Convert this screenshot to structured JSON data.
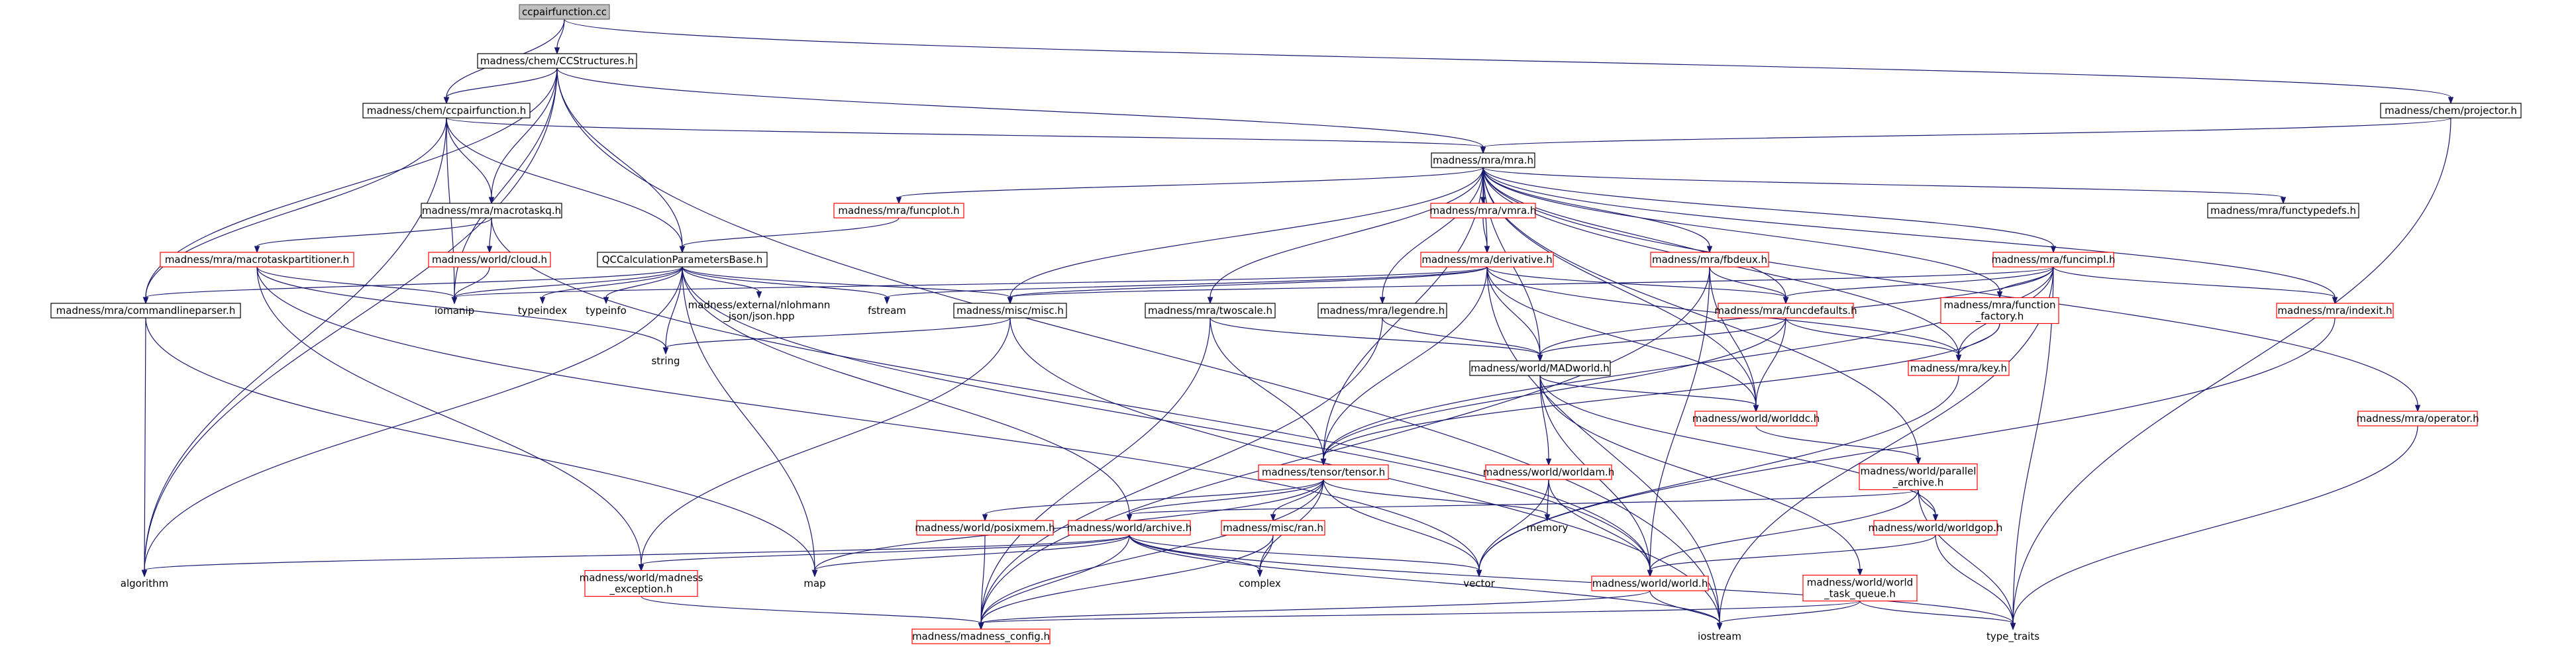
{
  "diagram": {
    "colors": {
      "edge": "#191970",
      "root_fill": "#bfbfbf",
      "normal_border": "#000000",
      "red_border": "#ff0000",
      "text": "#000000"
    },
    "nodes": {
      "ccpairfunction_cc": {
        "lines": [
          "ccpairfunction.cc"
        ],
        "style": "root"
      },
      "ccstructures_h": {
        "lines": [
          "madness/chem/CCStructures.h"
        ],
        "style": "normal"
      },
      "ccpairfunction_h": {
        "lines": [
          "madness/chem/ccpairfunction.h"
        ],
        "style": "normal"
      },
      "projector_h": {
        "lines": [
          "madness/chem/projector.h"
        ],
        "style": "normal"
      },
      "mra_h": {
        "lines": [
          "madness/mra/mra.h"
        ],
        "style": "normal"
      },
      "funcplot_h": {
        "lines": [
          "madness/mra/funcplot.h"
        ],
        "style": "red"
      },
      "vmra_h": {
        "lines": [
          "madness/mra/vmra.h"
        ],
        "style": "red"
      },
      "macrotaskq_h": {
        "lines": [
          "madness/mra/macrotaskq.h"
        ],
        "style": "normal"
      },
      "functypedefs_h": {
        "lines": [
          "madness/mra/functypedefs.h"
        ],
        "style": "normal"
      },
      "macrotaskpartitioner_h": {
        "lines": [
          "madness/mra/macrotaskpartitioner.h"
        ],
        "style": "red"
      },
      "cloud_h": {
        "lines": [
          "madness/world/cloud.h"
        ],
        "style": "red"
      },
      "qccalc_h": {
        "lines": [
          "QCCalculationParametersBase.h"
        ],
        "style": "normal"
      },
      "derivative_h": {
        "lines": [
          "madness/mra/derivative.h"
        ],
        "style": "red"
      },
      "fbdeux_h": {
        "lines": [
          "madness/mra/fbdeux.h"
        ],
        "style": "red"
      },
      "funcimpl_h": {
        "lines": [
          "madness/mra/funcimpl.h"
        ],
        "style": "red"
      },
      "commandlineparser_h": {
        "lines": [
          "madness/mra/commandlineparser.h"
        ],
        "style": "normal"
      },
      "iomanip": {
        "lines": [
          "iomanip"
        ],
        "style": "grey"
      },
      "typeindex": {
        "lines": [
          "typeindex"
        ],
        "style": "grey"
      },
      "typeinfo": {
        "lines": [
          "typeinfo"
        ],
        "style": "grey"
      },
      "nlohmann_json": {
        "lines": [
          "madness/external/nlohmann",
          "_json/json.hpp"
        ],
        "style": "grey"
      },
      "fstream": {
        "lines": [
          "fstream"
        ],
        "style": "grey"
      },
      "misc_h": {
        "lines": [
          "madness/misc/misc.h"
        ],
        "style": "normal"
      },
      "twoscale_h": {
        "lines": [
          "madness/mra/twoscale.h"
        ],
        "style": "normal"
      },
      "legendre_h": {
        "lines": [
          "madness/mra/legendre.h"
        ],
        "style": "normal"
      },
      "funcdefaults_h": {
        "lines": [
          "madness/mra/funcdefaults.h"
        ],
        "style": "red"
      },
      "function_factory_h": {
        "lines": [
          "madness/mra/function",
          "_factory.h"
        ],
        "style": "red"
      },
      "indexit_h": {
        "lines": [
          "madness/mra/indexit.h"
        ],
        "style": "red"
      },
      "string": {
        "lines": [
          "string"
        ],
        "style": "grey"
      },
      "madworld_h": {
        "lines": [
          "madness/world/MADworld.h"
        ],
        "style": "normal"
      },
      "key_h": {
        "lines": [
          "madness/mra/key.h"
        ],
        "style": "red"
      },
      "worlddc_h": {
        "lines": [
          "madness/world/worlddc.h"
        ],
        "style": "red"
      },
      "operator_h": {
        "lines": [
          "madness/mra/operator.h"
        ],
        "style": "red"
      },
      "worldam_h": {
        "lines": [
          "madness/world/worldam.h"
        ],
        "style": "red"
      },
      "tensor_h": {
        "lines": [
          "madness/tensor/tensor.h"
        ],
        "style": "red"
      },
      "parallel_archive_h": {
        "lines": [
          "madness/world/parallel",
          "_archive.h"
        ],
        "style": "red"
      },
      "memory": {
        "lines": [
          "memory"
        ],
        "style": "grey"
      },
      "posixmem_h": {
        "lines": [
          "madness/world/posixmem.h"
        ],
        "style": "red"
      },
      "archive_h": {
        "lines": [
          "madness/world/archive.h"
        ],
        "style": "red"
      },
      "ran_h": {
        "lines": [
          "madness/misc/ran.h"
        ],
        "style": "red"
      },
      "worldgop_h": {
        "lines": [
          "madness/world/worldgop.h"
        ],
        "style": "red"
      },
      "algorithm": {
        "lines": [
          "algorithm"
        ],
        "style": "grey"
      },
      "madness_exception_h": {
        "lines": [
          "madness/world/madness",
          "_exception.h"
        ],
        "style": "red"
      },
      "map": {
        "lines": [
          "map"
        ],
        "style": "grey"
      },
      "complex": {
        "lines": [
          "complex"
        ],
        "style": "grey"
      },
      "vector": {
        "lines": [
          "vector"
        ],
        "style": "grey"
      },
      "world_h": {
        "lines": [
          "madness/world/world.h"
        ],
        "style": "red"
      },
      "world_task_queue_h": {
        "lines": [
          "madness/world/world",
          "_task_queue.h"
        ],
        "style": "red"
      },
      "madness_config_h": {
        "lines": [
          "madness/madness_config.h"
        ],
        "style": "red"
      },
      "iostream": {
        "lines": [
          "iostream"
        ],
        "style": "grey"
      },
      "type_traits": {
        "lines": [
          "type_traits"
        ],
        "style": "grey"
      }
    },
    "edges": [
      [
        "ccpairfunction_cc",
        "ccstructures_h"
      ],
      [
        "ccpairfunction_cc",
        "ccpairfunction_h"
      ],
      [
        "ccpairfunction_cc",
        "projector_h"
      ],
      [
        "ccstructures_h",
        "ccpairfunction_h"
      ],
      [
        "ccstructures_h",
        "mra_h"
      ],
      [
        "ccstructures_h",
        "macrotaskq_h"
      ],
      [
        "ccstructures_h",
        "qccalc_h"
      ],
      [
        "ccstructures_h",
        "commandlineparser_h"
      ],
      [
        "ccstructures_h",
        "iomanip"
      ],
      [
        "ccstructures_h",
        "algorithm"
      ],
      [
        "ccstructures_h",
        "iostream"
      ],
      [
        "ccpairfunction_h",
        "mra_h"
      ],
      [
        "ccpairfunction_h",
        "macrotaskq_h"
      ],
      [
        "ccpairfunction_h",
        "qccalc_h"
      ],
      [
        "ccpairfunction_h",
        "commandlineparser_h"
      ],
      [
        "ccpairfunction_h",
        "iomanip"
      ],
      [
        "ccpairfunction_h",
        "algorithm"
      ],
      [
        "projector_h",
        "mra_h"
      ],
      [
        "projector_h",
        "type_traits"
      ],
      [
        "mra_h",
        "funcplot_h"
      ],
      [
        "mra_h",
        "vmra_h"
      ],
      [
        "mra_h",
        "functypedefs_h"
      ],
      [
        "mra_h",
        "derivative_h"
      ],
      [
        "mra_h",
        "fbdeux_h"
      ],
      [
        "mra_h",
        "funcimpl_h"
      ],
      [
        "mra_h",
        "misc_h"
      ],
      [
        "mra_h",
        "twoscale_h"
      ],
      [
        "mra_h",
        "legendre_h"
      ],
      [
        "mra_h",
        "funcdefaults_h"
      ],
      [
        "mra_h",
        "function_factory_h"
      ],
      [
        "mra_h",
        "indexit_h"
      ],
      [
        "mra_h",
        "madworld_h"
      ],
      [
        "mra_h",
        "key_h"
      ],
      [
        "mra_h",
        "worlddc_h"
      ],
      [
        "mra_h",
        "operator_h"
      ],
      [
        "mra_h",
        "tensor_h"
      ],
      [
        "mra_h",
        "parallel_archive_h"
      ],
      [
        "funcplot_h",
        "qccalc_h"
      ],
      [
        "vmra_h",
        "derivative_h"
      ],
      [
        "macrotaskq_h",
        "macrotaskpartitioner_h"
      ],
      [
        "macrotaskq_h",
        "cloud_h"
      ],
      [
        "macrotaskq_h",
        "world_h"
      ],
      [
        "macrotaskpartitioner_h",
        "iomanip"
      ],
      [
        "macrotaskpartitioner_h",
        "string"
      ],
      [
        "macrotaskpartitioner_h",
        "madness_exception_h"
      ],
      [
        "macrotaskpartitioner_h",
        "vector"
      ],
      [
        "cloud_h",
        "iomanip"
      ],
      [
        "qccalc_h",
        "commandlineparser_h"
      ],
      [
        "qccalc_h",
        "iomanip"
      ],
      [
        "qccalc_h",
        "typeindex"
      ],
      [
        "qccalc_h",
        "typeinfo"
      ],
      [
        "qccalc_h",
        "nlohmann_json"
      ],
      [
        "qccalc_h",
        "fstream"
      ],
      [
        "qccalc_h",
        "misc_h"
      ],
      [
        "qccalc_h",
        "string"
      ],
      [
        "qccalc_h",
        "algorithm"
      ],
      [
        "qccalc_h",
        "map"
      ],
      [
        "qccalc_h",
        "archive_h"
      ],
      [
        "qccalc_h",
        "world_h"
      ],
      [
        "derivative_h",
        "iomanip"
      ],
      [
        "derivative_h",
        "fstream"
      ],
      [
        "derivative_h",
        "misc_h"
      ],
      [
        "derivative_h",
        "funcdefaults_h"
      ],
      [
        "derivative_h",
        "madworld_h"
      ],
      [
        "derivative_h",
        "key_h"
      ],
      [
        "derivative_h",
        "worlddc_h"
      ],
      [
        "derivative_h",
        "tensor_h"
      ],
      [
        "derivative_h",
        "iostream"
      ],
      [
        "fbdeux_h",
        "funcdefaults_h"
      ],
      [
        "fbdeux_h",
        "worlddc_h"
      ],
      [
        "fbdeux_h",
        "madness_config_h"
      ],
      [
        "fbdeux_h",
        "world_h"
      ],
      [
        "funcimpl_h",
        "misc_h"
      ],
      [
        "funcimpl_h",
        "funcdefaults_h"
      ],
      [
        "funcimpl_h",
        "function_factory_h"
      ],
      [
        "funcimpl_h",
        "indexit_h"
      ],
      [
        "funcimpl_h",
        "key_h"
      ],
      [
        "funcimpl_h",
        "madworld_h"
      ],
      [
        "funcimpl_h",
        "tensor_h"
      ],
      [
        "funcimpl_h",
        "iostream"
      ],
      [
        "funcimpl_h",
        "type_traits"
      ],
      [
        "commandlineparser_h",
        "algorithm"
      ],
      [
        "commandlineparser_h",
        "map"
      ],
      [
        "misc_h",
        "string"
      ],
      [
        "misc_h",
        "madness_exception_h"
      ],
      [
        "misc_h",
        "iostream"
      ],
      [
        "twoscale_h",
        "madworld_h"
      ],
      [
        "twoscale_h",
        "tensor_h"
      ],
      [
        "twoscale_h",
        "madness_config_h"
      ],
      [
        "legendre_h",
        "madworld_h"
      ],
      [
        "legendre_h",
        "madness_config_h"
      ],
      [
        "funcdefaults_h",
        "madworld_h"
      ],
      [
        "funcdefaults_h",
        "key_h"
      ],
      [
        "funcdefaults_h",
        "worlddc_h"
      ],
      [
        "funcdefaults_h",
        "tensor_h"
      ],
      [
        "function_factory_h",
        "key_h"
      ],
      [
        "function_factory_h",
        "tensor_h"
      ],
      [
        "indexit_h",
        "vector"
      ],
      [
        "madworld_h",
        "worldam_h"
      ],
      [
        "madworld_h",
        "worlddc_h"
      ],
      [
        "madworld_h",
        "world_h"
      ],
      [
        "madworld_h",
        "worldgop_h"
      ],
      [
        "madworld_h",
        "world_task_queue_h"
      ],
      [
        "key_h",
        "vector"
      ],
      [
        "worlddc_h",
        "parallel_archive_h"
      ],
      [
        "operator_h",
        "type_traits"
      ],
      [
        "worldam_h",
        "memory"
      ],
      [
        "worldam_h",
        "vector"
      ],
      [
        "worldam_h",
        "world_h"
      ],
      [
        "tensor_h",
        "memory"
      ],
      [
        "tensor_h",
        "posixmem_h"
      ],
      [
        "tensor_h",
        "archive_h"
      ],
      [
        "tensor_h",
        "ran_h"
      ],
      [
        "tensor_h",
        "complex"
      ],
      [
        "tensor_h",
        "vector"
      ],
      [
        "tensor_h",
        "map"
      ],
      [
        "tensor_h",
        "madness_config_h"
      ],
      [
        "parallel_archive_h",
        "archive_h"
      ],
      [
        "parallel_archive_h",
        "worldgop_h"
      ],
      [
        "parallel_archive_h",
        "world_h"
      ],
      [
        "parallel_archive_h",
        "type_traits"
      ],
      [
        "posixmem_h",
        "madness_config_h"
      ],
      [
        "archive_h",
        "algorithm"
      ],
      [
        "archive_h",
        "madness_exception_h"
      ],
      [
        "archive_h",
        "map"
      ],
      [
        "archive_h",
        "complex"
      ],
      [
        "archive_h",
        "vector"
      ],
      [
        "archive_h",
        "iostream"
      ],
      [
        "archive_h",
        "type_traits"
      ],
      [
        "archive_h",
        "madness_config_h"
      ],
      [
        "ran_h",
        "complex"
      ],
      [
        "ran_h",
        "madness_config_h"
      ],
      [
        "worldgop_h",
        "world_h"
      ],
      [
        "worldgop_h",
        "type_traits"
      ],
      [
        "world_task_queue_h",
        "madness_config_h"
      ],
      [
        "world_task_queue_h",
        "iostream"
      ],
      [
        "world_task_queue_h",
        "type_traits"
      ],
      [
        "madness_exception_h",
        "madness_config_h"
      ],
      [
        "world_h",
        "iostream"
      ],
      [
        "world_h",
        "madness_config_h"
      ]
    ]
  }
}
